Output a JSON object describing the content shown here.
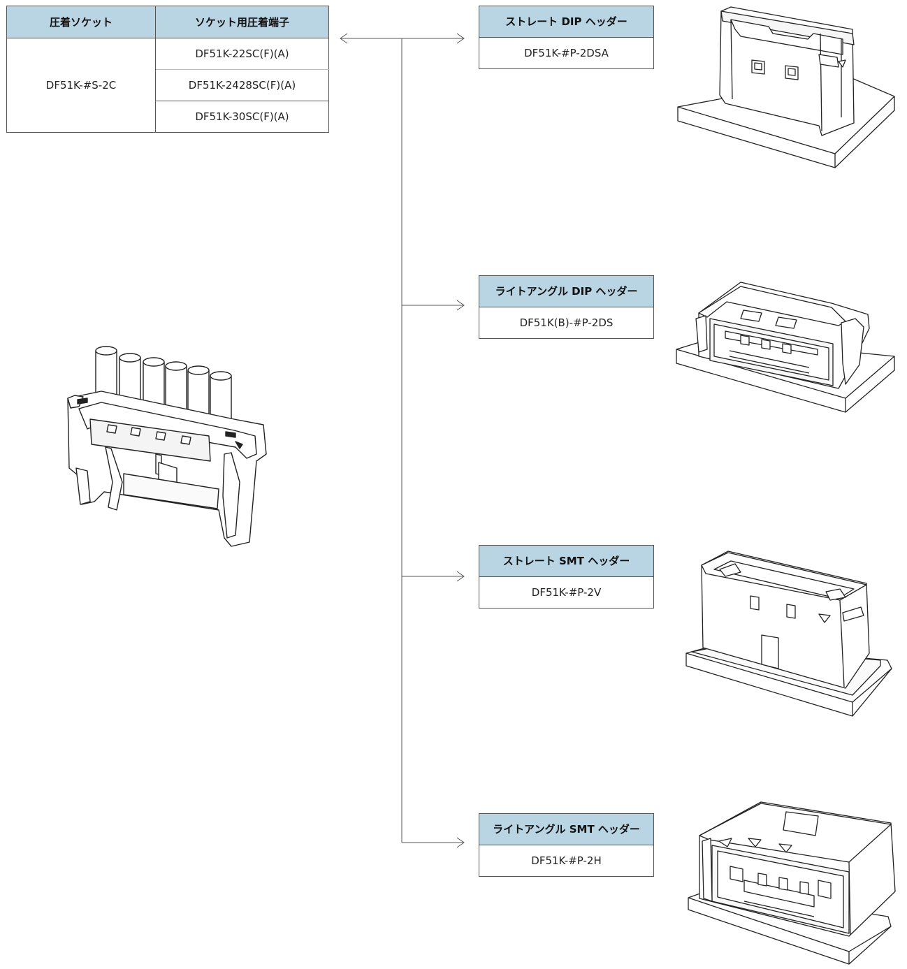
{
  "socket_table": {
    "header_socket": "圧着ソケット",
    "header_terminal": "ソケット用圧着端子",
    "socket_part": "DF51K-#S-2C",
    "terminals": [
      "DF51K-22SC(F)(A)",
      "DF51K-2428SC(F)(A)",
      "DF51K-30SC(F)(A)"
    ]
  },
  "headers": [
    {
      "title": "ストレート DIP ヘッダー",
      "part": "DF51K-#P-2DSA"
    },
    {
      "title": "ライトアングル DIP ヘッダー",
      "part": "DF51K(B)-#P-2DS"
    },
    {
      "title": "ストレート SMT ヘッダー",
      "part": "DF51K-#P-2V"
    },
    {
      "title": "ライトアングル SMT ヘッダー",
      "part": "DF51K-#P-2H"
    }
  ],
  "colors": {
    "header_fill": "#b9d4e3",
    "line": "#555555"
  }
}
